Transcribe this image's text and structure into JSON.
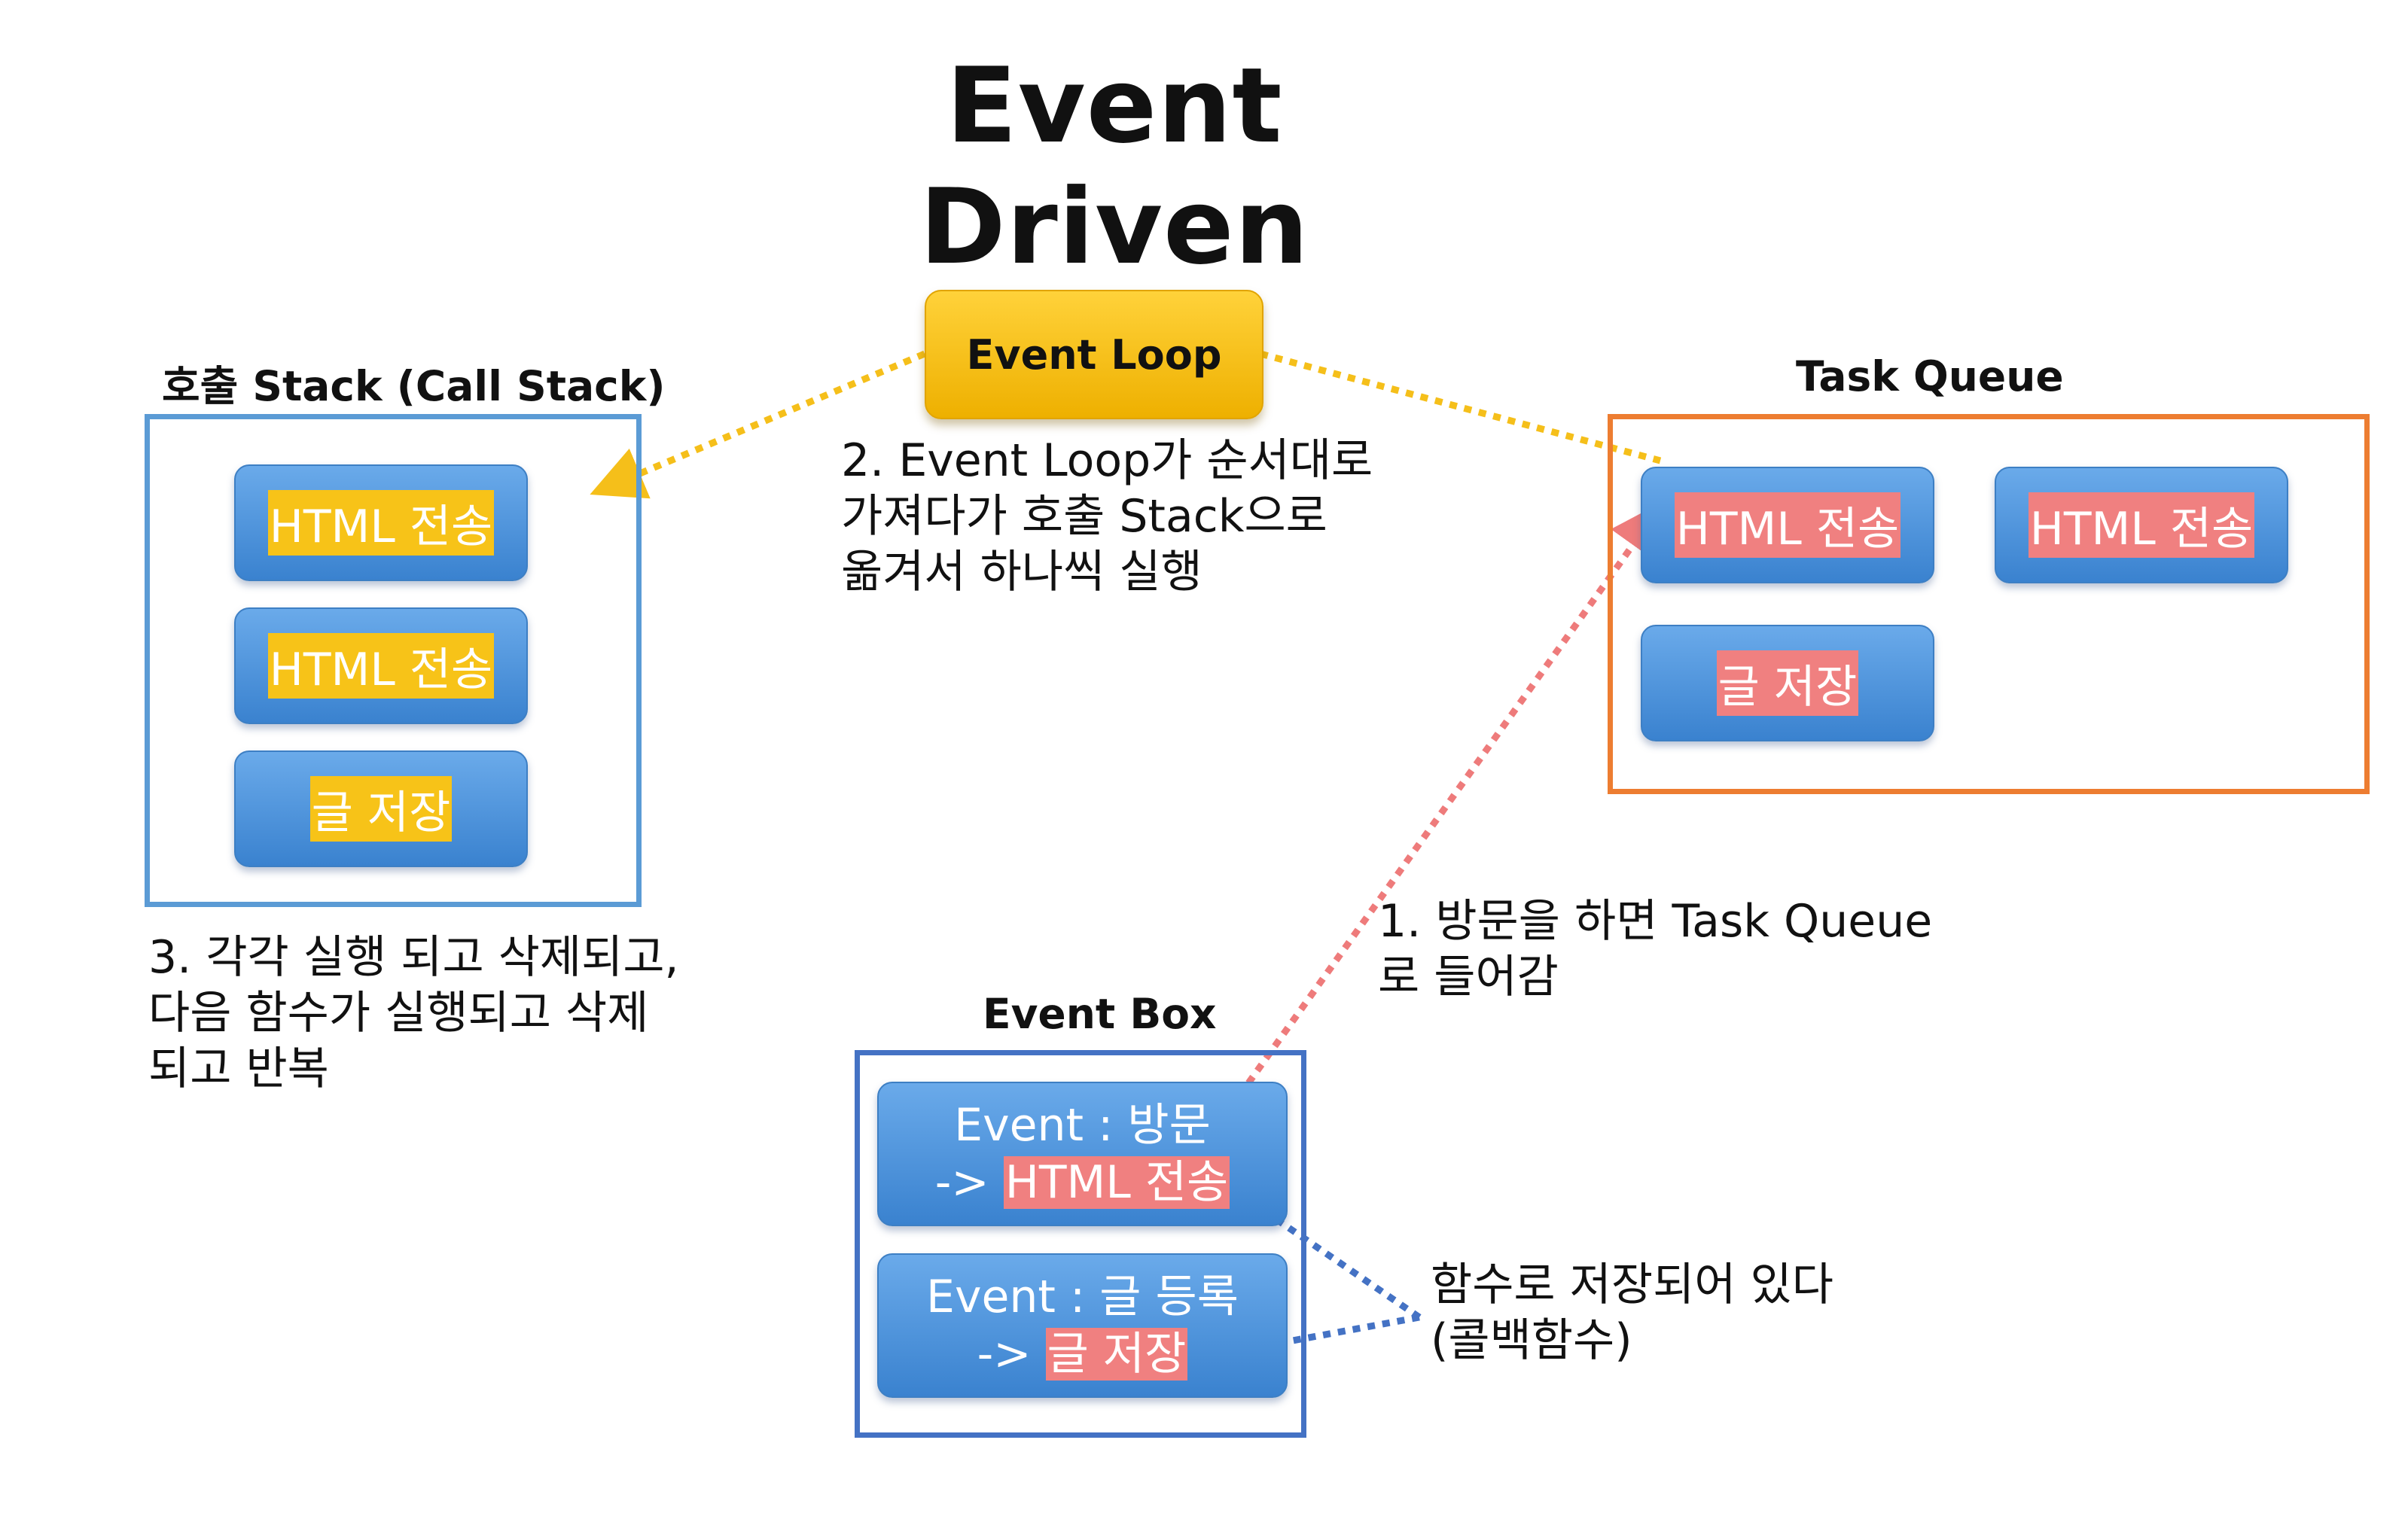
{
  "title": "Event Driven",
  "event_loop": {
    "label": "Event Loop"
  },
  "call_stack": {
    "label": "호출 Stack (Call Stack)",
    "items": [
      "HTML 전송",
      "HTML 전송",
      "글 저장"
    ]
  },
  "task_queue": {
    "label": "Task Queue",
    "items": [
      "HTML 전송",
      "HTML 전송",
      "글 저장"
    ]
  },
  "event_box": {
    "label": "Event Box",
    "events": [
      {
        "event": "Event : 방문",
        "arrow": "-> ",
        "handler": "HTML 전송"
      },
      {
        "event": "Event : 글 등록",
        "arrow": "-> ",
        "handler": "글 저장"
      }
    ]
  },
  "notes": {
    "step1": [
      "1. 방문을 하면 Task Queue",
      "로 들어감"
    ],
    "step2": [
      "2. Event Loop가 순서대로",
      "가져다가 호출 Stack으로",
      "옮겨서 하나씩 실행"
    ],
    "step3": [
      "3. 각각 실행 되고 삭제되고,",
      "다음 함수가 실행되고 삭제",
      "되고 반복"
    ],
    "callback": [
      "함수로 저장되어 있다",
      "(콜백함수)"
    ]
  },
  "colors": {
    "call_stack_border": "#5b9bd5",
    "task_queue_border": "#ed7d31",
    "event_box_border": "#4472c4",
    "box_fill": "#5b9bd5",
    "stack_highlight": "#f7c318",
    "queue_highlight": "#f08080",
    "arrow_yellow": "#f5bf1a",
    "arrow_red": "#ee7b7b",
    "arrow_blue": "#4472c4"
  }
}
